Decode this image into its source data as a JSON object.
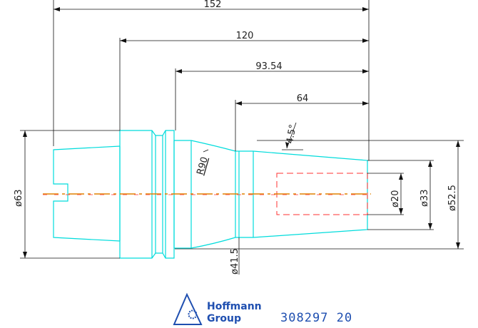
{
  "drawing": {
    "dimensions": {
      "length_152": "152",
      "length_120": "120",
      "length_93_54": "93.54",
      "length_64": "64",
      "angle": "4.5°",
      "radius": "R90",
      "dia_63": "ø63",
      "dia_41_5": "ø41.5",
      "dia_20": "ø20",
      "dia_33": "ø33",
      "dia_52_5": "ø52.5"
    }
  },
  "footer": {
    "brand_line1": "Hoffmann",
    "brand_line2": "Group",
    "part_number": "308297 20"
  },
  "colors": {
    "outline": "#00e0e0",
    "hidden": "#ff3030",
    "centerline": "#e08000",
    "dimension": "#000000",
    "brand": "#1f4fb0"
  }
}
